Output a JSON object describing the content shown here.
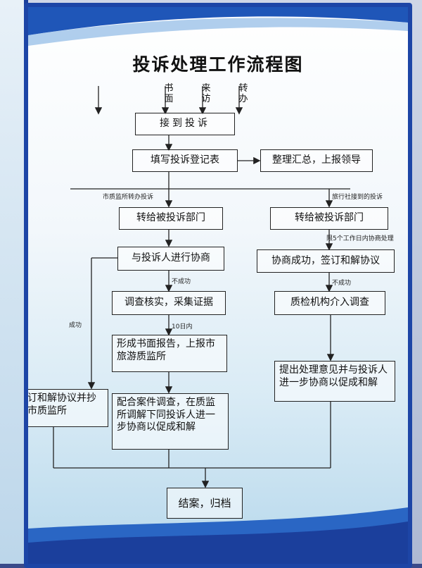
{
  "title": "投诉处理工作流程图",
  "channels": [
    "书面",
    "来访",
    "转办"
  ],
  "nodes": {
    "receive": "接到投诉",
    "register": "填写投诉登记表",
    "summary": "整理汇总，上报领导",
    "forward_left": "转给被投诉部门",
    "forward_right": "转给被投诉部门",
    "negotiate": "与投诉人进行协商",
    "agree_right": "协商成功，签订和解协议",
    "investigate": "调查核实，采集证据",
    "qc_intervene": "质检机构介入调查",
    "report": "形成书面报告，上报市旅游质监所",
    "opinion": "提出处理意见并与投诉人进一步协商以促成和解",
    "sign_left": "签订和解协议并抄送市质监所",
    "cooperate": "配合案件调查，在质监所调解下同投诉人进一步协商以促成和解",
    "close": "结案，归档"
  },
  "edge_labels": {
    "left_branch": "市质监所转办投诉",
    "right_branch": "旅行社接到的投诉",
    "right_limit": "限5个工作日内协商处理",
    "fail_left": "不成功",
    "fail_right": "不成功",
    "ten_days": "10日内",
    "success": "成功"
  }
}
